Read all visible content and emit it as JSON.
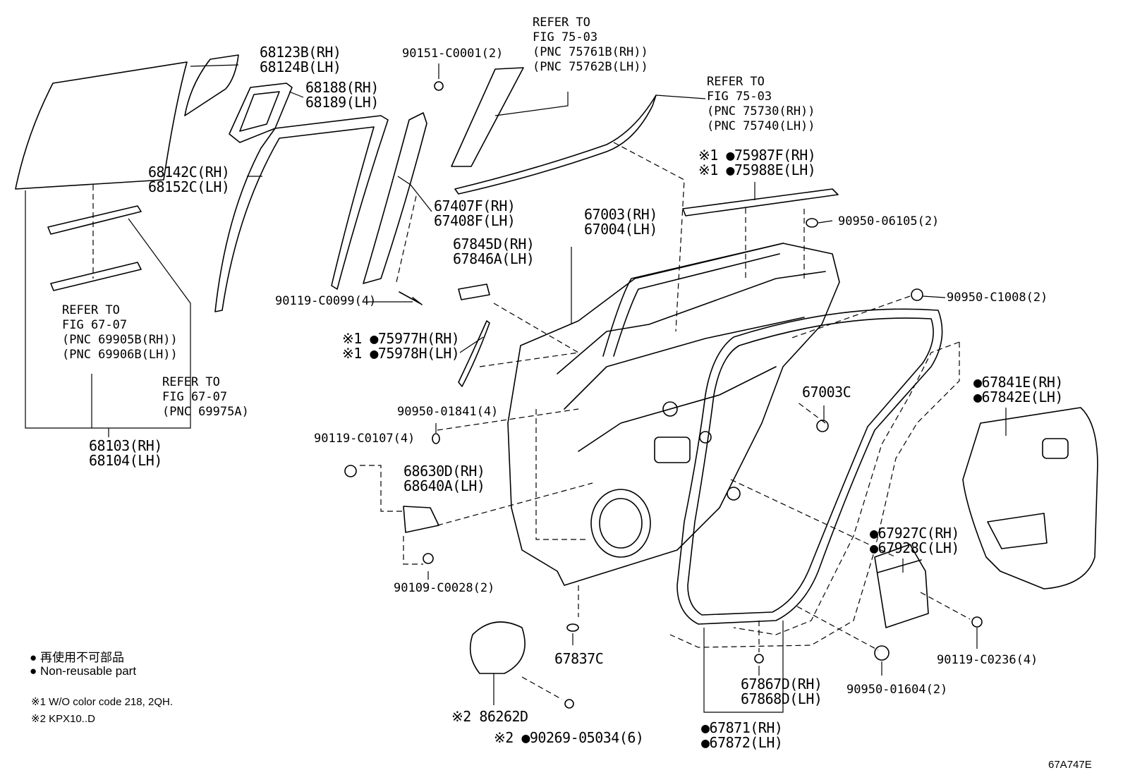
{
  "labels": {
    "p68123": [
      "68123B(RH)",
      "68124B(LH)"
    ],
    "p68188": [
      "68188(RH)",
      "68189(LH)"
    ],
    "p90151": [
      "90151-C0001(2)"
    ],
    "ref7503a": [
      "REFER TO",
      "FIG 75-03",
      "(PNC 75761B(RH))",
      "(PNC 75762B(LH))"
    ],
    "ref7503b": [
      "REFER TO",
      "FIG 75-03",
      "(PNC 75730(RH))",
      "(PNC 75740(LH))"
    ],
    "p68142": [
      "68142C(RH)",
      "68152C(LH)"
    ],
    "p75987": [
      "※1 ●75987F(RH)",
      "※1 ●75988E(LH)"
    ],
    "p67407": [
      "67407F(RH)",
      "67408F(LH)"
    ],
    "p90950_06105": [
      "90950-06105(2)"
    ],
    "p67003": [
      "67003(RH)",
      "67004(LH)"
    ],
    "p67845": [
      "67845D(RH)",
      "67846A(LH)"
    ],
    "p90119_0099": [
      "90119-C0099(4)"
    ],
    "ref6707a": [
      "REFER TO",
      "FIG 67-07",
      "(PNC 69905B(RH))",
      "(PNC 69906B(LH))"
    ],
    "p90950_c1008": [
      "90950-C1008(2)"
    ],
    "p75977": [
      "※1 ●75977H(RH)",
      "※1 ●75978H(LH)"
    ],
    "ref6707b": [
      "REFER TO",
      "FIG 67-07",
      "(PNC 69975A)"
    ],
    "p67841": [
      "●67841E(RH)",
      "●67842E(LH)"
    ],
    "p67003c": [
      "67003C"
    ],
    "p90950_01841": [
      "90950-01841(4)"
    ],
    "p68103": [
      "68103(RH)",
      "68104(LH)"
    ],
    "p90119_0107": [
      "90119-C0107(4)"
    ],
    "p68630": [
      "68630D(RH)",
      "68640A(LH)"
    ],
    "p67927": [
      "●67927C(RH)",
      "●67928C(LH)"
    ],
    "p90109": [
      "90109-C0028(2)"
    ],
    "p67837": [
      "67837C"
    ],
    "p90119_0236": [
      "90119-C0236(4)"
    ],
    "p67867": [
      "67867D(RH)",
      "67868D(LH)"
    ],
    "p90950_01604": [
      "90950-01604(2)"
    ],
    "p86262": [
      "※2 86262D"
    ],
    "p90269": [
      "※2 ●90269-05034(6)"
    ],
    "p67871": [
      "●67871(RH)",
      "●67872(LH)"
    ]
  },
  "legend": {
    "jp": "● 再使用不可部品",
    "en": "● Non-reusable part"
  },
  "notes": {
    "n1": "※1 W/O color code 218, 2QH.",
    "n2": "※2 KPX10..D"
  },
  "figure_code": "67A747E"
}
